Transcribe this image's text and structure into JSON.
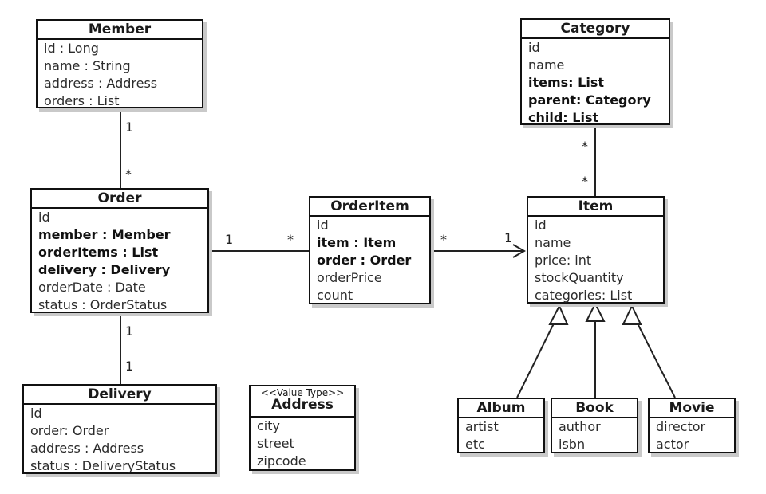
{
  "classes": {
    "member": {
      "name": "Member",
      "attrs": [
        {
          "text": "id : Long",
          "bold": false
        },
        {
          "text": "name : String",
          "bold": false
        },
        {
          "text": "address : Address",
          "bold": false
        },
        {
          "text": "orders : List",
          "bold": false
        }
      ]
    },
    "order": {
      "name": "Order",
      "attrs": [
        {
          "text": "id",
          "bold": false
        },
        {
          "text": "member : Member",
          "bold": true
        },
        {
          "text": "orderItems : List",
          "bold": true
        },
        {
          "text": "delivery : Delivery",
          "bold": true
        },
        {
          "text": "orderDate : Date",
          "bold": false
        },
        {
          "text": "status : OrderStatus",
          "bold": false
        }
      ]
    },
    "delivery": {
      "name": "Delivery",
      "attrs": [
        {
          "text": "id",
          "bold": false
        },
        {
          "text": "order: Order",
          "bold": false
        },
        {
          "text": "address : Address",
          "bold": false
        },
        {
          "text": "status : DeliveryStatus",
          "bold": false
        }
      ]
    },
    "address": {
      "stereotype": "<<Value Type>>",
      "name": "Address",
      "attrs": [
        {
          "text": "city",
          "bold": false
        },
        {
          "text": "street",
          "bold": false
        },
        {
          "text": "zipcode",
          "bold": false
        }
      ]
    },
    "orderitem": {
      "name": "OrderItem",
      "attrs": [
        {
          "text": "id",
          "bold": false
        },
        {
          "text": "item : Item",
          "bold": true
        },
        {
          "text": "order : Order",
          "bold": true
        },
        {
          "text": "orderPrice",
          "bold": false
        },
        {
          "text": "count",
          "bold": false
        }
      ]
    },
    "category": {
      "name": "Category",
      "attrs": [
        {
          "text": "id",
          "bold": false
        },
        {
          "text": "name",
          "bold": false
        },
        {
          "text": "items: List",
          "bold": true
        },
        {
          "text": "parent: Category",
          "bold": true
        },
        {
          "text": "child: List",
          "bold": true
        }
      ]
    },
    "item": {
      "name": "Item",
      "attrs": [
        {
          "text": "id",
          "bold": false
        },
        {
          "text": "name",
          "bold": false
        },
        {
          "text": "price: int",
          "bold": false
        },
        {
          "text": "stockQuantity",
          "bold": false
        },
        {
          "text": "categories: List",
          "bold": false
        }
      ]
    },
    "album": {
      "name": "Album",
      "attrs": [
        {
          "text": "artist",
          "bold": false
        },
        {
          "text": "etc",
          "bold": false
        }
      ]
    },
    "book": {
      "name": "Book",
      "attrs": [
        {
          "text": "author",
          "bold": false
        },
        {
          "text": "isbn",
          "bold": false
        }
      ]
    },
    "movie": {
      "name": "Movie",
      "attrs": [
        {
          "text": "director",
          "bold": false
        },
        {
          "text": "actor",
          "bold": false
        }
      ]
    }
  },
  "multiplicities": {
    "member_order_member_end": "1",
    "member_order_order_end": "*",
    "order_orderitem_order_end": "1",
    "order_orderitem_item_end": "*",
    "order_delivery_order_end": "1",
    "order_delivery_delivery_end": "1",
    "orderitem_item_source_end": "*",
    "orderitem_item_target_end": "1",
    "category_item_category_end": "*",
    "category_item_item_end": "*"
  }
}
